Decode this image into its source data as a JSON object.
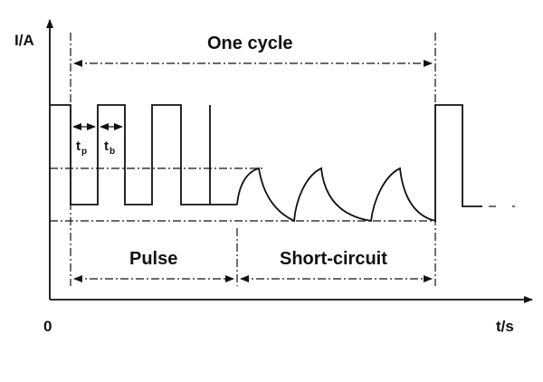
{
  "axes": {
    "y_label": "I/A",
    "x_label": "t/s",
    "origin_label": "0"
  },
  "labels": {
    "one_cycle": "One cycle",
    "pulse": "Pulse",
    "short_circuit": "Short-circuit",
    "tp_main": "t",
    "tp_sub": "p",
    "tb_main": "t",
    "tb_sub": "b"
  }
}
